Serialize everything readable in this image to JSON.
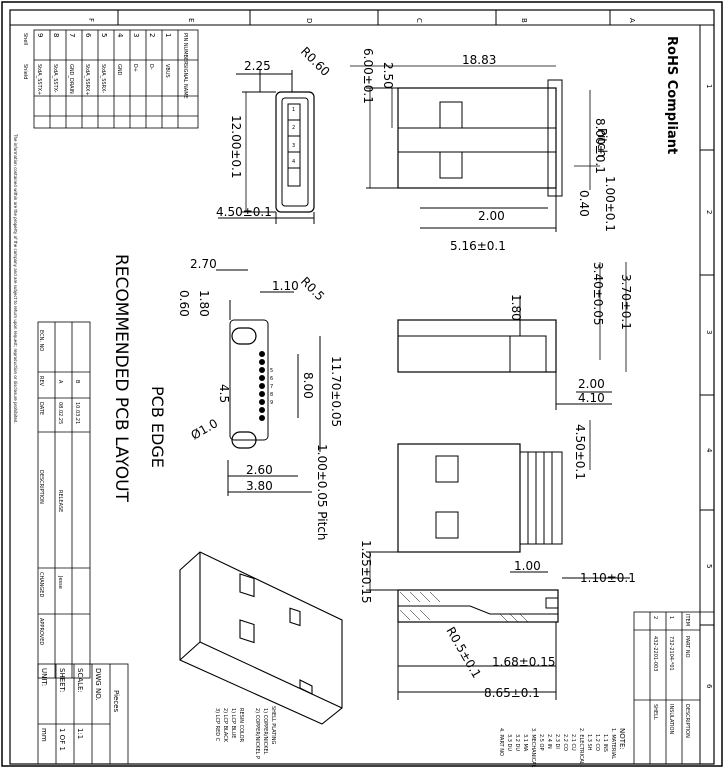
{
  "frame": {
    "zones_top": [
      "F",
      "E",
      "D",
      "C",
      "B",
      "A"
    ],
    "zones_side": [
      "1",
      "2",
      "3",
      "4",
      "5",
      "6"
    ]
  },
  "title": {
    "rohs": "RoHS Compliant",
    "pcb_edge": "PCB EDGE",
    "recommended": "RECOMMENDED PCB LAYOUT"
  },
  "pin_table": {
    "header": [
      "PIN NUMBER",
      "SIGNAL NAME"
    ],
    "rows": [
      [
        "1",
        "VBUS"
      ],
      [
        "2",
        "D-"
      ],
      [
        "3",
        "D+"
      ],
      [
        "4",
        "GND"
      ],
      [
        "5",
        "StdA_SSRX-"
      ],
      [
        "6",
        "StdA_SSRX+"
      ],
      [
        "7",
        "GND_DRAIN"
      ],
      [
        "8",
        "StdA_SSTX-"
      ],
      [
        "9",
        "StdA_SSTX+"
      ],
      [
        "Shell",
        "Shield"
      ]
    ]
  },
  "confidential": "The information contained within are the property of the company and are subject to return upon request; reproduction or disclosure prohibited.",
  "revision_table": {
    "headers": [
      "ECN. NO",
      "REV",
      "DATE",
      "DESCRIPTION",
      "CHANGED",
      "APPROVED"
    ],
    "rows": [
      [
        "",
        "B",
        "10.03.21",
        "",
        "",
        ""
      ],
      [
        "",
        "A",
        "08.02.25",
        "RELEASE",
        "Jesse",
        ""
      ]
    ]
  },
  "title_block": {
    "unit_label": "UNIT:",
    "unit": "mm",
    "scale_label": "SCALE:",
    "scale": "1:1",
    "sheet_label": "SHEET:",
    "sheet": "1 OF 1",
    "dwg_label": "DWG NO.",
    "pieces": "Pieces",
    "item_header": [
      "ITEM",
      "PART NO",
      "DESCRIPTION"
    ],
    "items": [
      [
        "1",
        "732-2104-*01",
        "INSULATION"
      ],
      [
        "2",
        "432-2201-003",
        "SHELL"
      ]
    ]
  },
  "notes": {
    "title": "NOTE:",
    "lines": [
      "1. MATERIAL",
      "1.1 INS",
      "1.2 CO",
      "1.3 SH",
      "2. ELECTRICAL",
      "2.1 CU",
      "2.2 CO",
      "2.3 DI",
      "2.4 IN",
      "2.5 OP",
      "3. MECHANICAL",
      "3.1 MA",
      "3.2 DU",
      "3.3 DU",
      "4. PART NO"
    ]
  },
  "plating": [
    "SHELL PLATING",
    "1) COPPER/NICKEL",
    "2) COPPER/NICKEL P",
    "RESIN COLOR",
    "1) LCP BLUE",
    "2) LCP BLACK",
    "3) LCP RED C"
  ],
  "dims": {
    "w225": "2.25",
    "r060": "R0.60",
    "h600": "6.00±0.1",
    "h250": "2.50",
    "w1883": "18.83",
    "h1200": "12.00±0.1",
    "w450a": "4.50±0.1",
    "w800": "8.00±0.1",
    "pitch1": "Pitch",
    "pitch1v": "1.00±0.1",
    "w040": "0.40",
    "w200a": "2.00",
    "w516": "5.16±0.1",
    "w270": "2.70",
    "w110": "1.10",
    "w180a": "1.80",
    "w060": "0.60",
    "r05": "R0.5",
    "w1170": "11.70±0.05",
    "w800b": "8.00",
    "w45": "4.5",
    "d10": "Ø1.0",
    "w260": "2.60",
    "w380": "3.80",
    "pitch2": "1.00±0.05 Pitch",
    "w340": "3.40±0.05",
    "w370": "3.70±0.1",
    "w180b": "1.80",
    "w200b": "2.00",
    "w410": "4.10",
    "w450b": "4.50±0.1",
    "w125": "1.25±0.15",
    "w100": "1.00",
    "w110b": "1.10±0.1",
    "r05b": "R0.5±0.1",
    "w168": "1.68±0.15",
    "w865": "8.65±0.1",
    "pins": [
      "1",
      "2",
      "3",
      "4"
    ],
    "pad_nums": [
      "5",
      "6",
      "7",
      "8",
      "9"
    ]
  }
}
